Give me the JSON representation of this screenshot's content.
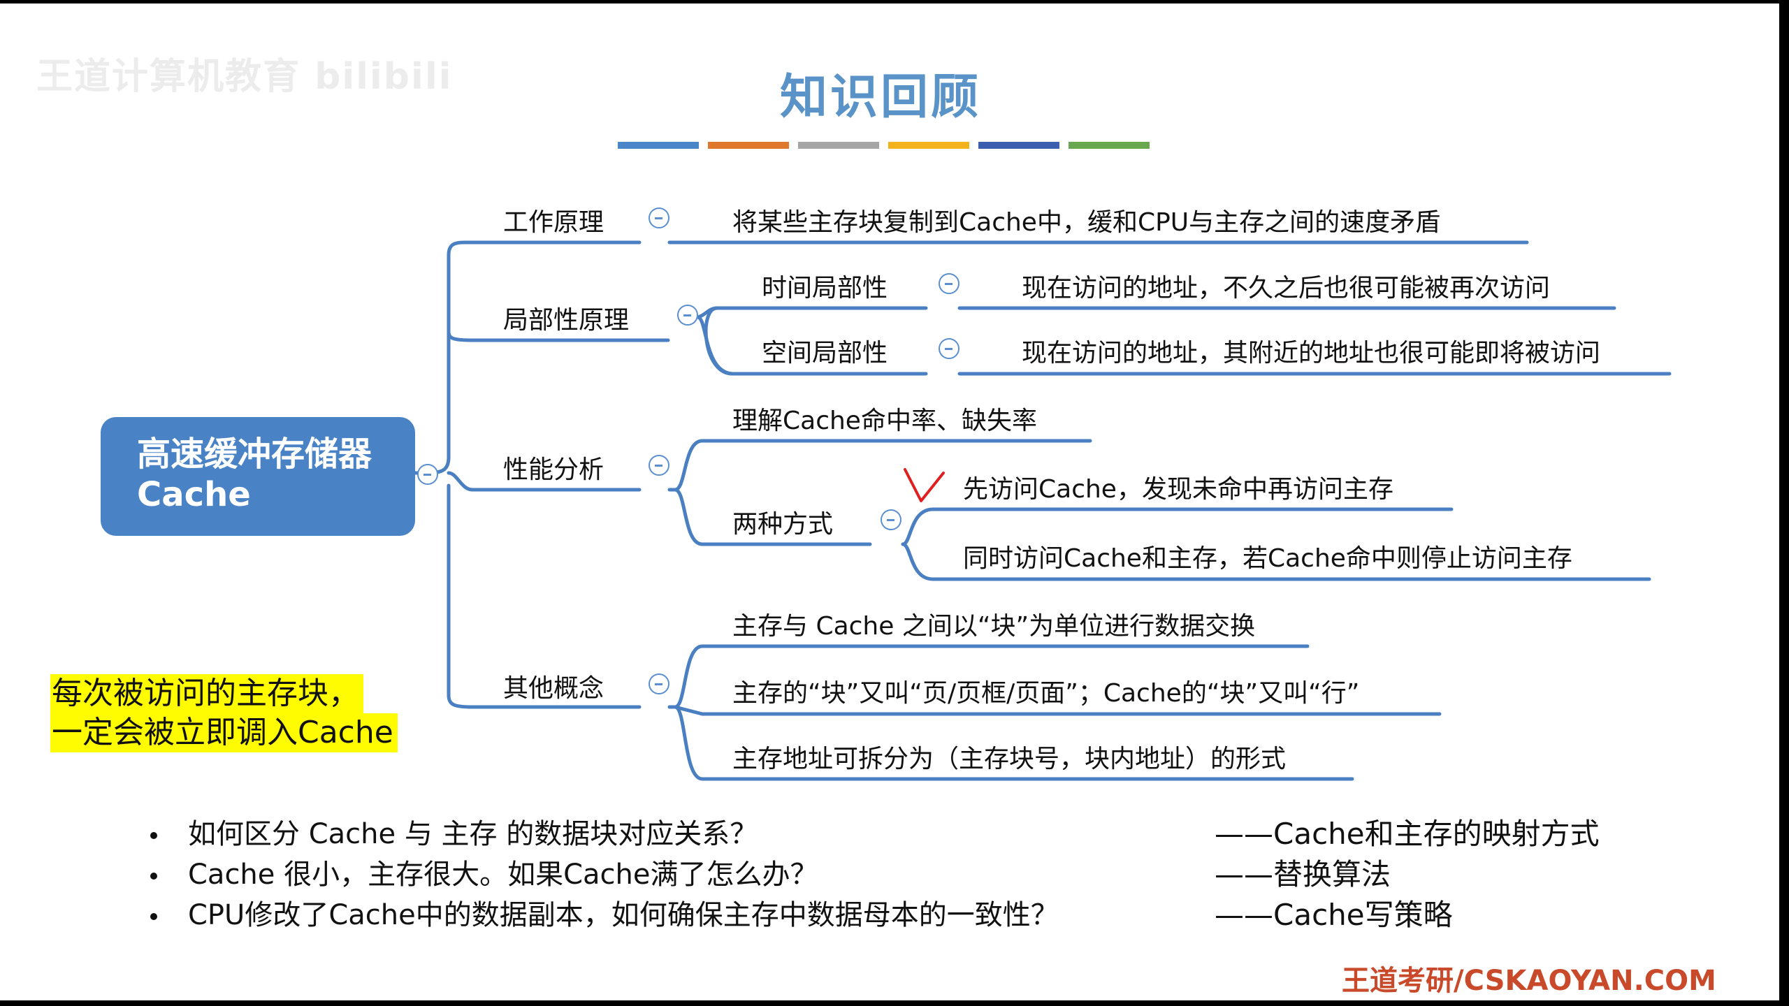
{
  "watermark": "王道计算机教育 bilibili",
  "title": "知识回顾",
  "color_bars": [
    "#4a86c8",
    "#e0782f",
    "#a6a6a6",
    "#f2b31c",
    "#3c5fb0",
    "#6aa84f"
  ],
  "root": {
    "line1": "高速缓冲存储器",
    "line2": "Cache"
  },
  "branches": {
    "working_principle": {
      "label": "工作原理",
      "detail": "将某些主存块复制到Cache中，缓和CPU与主存之间的速度矛盾"
    },
    "locality": {
      "label": "局部性原理",
      "temporal": {
        "label": "时间局部性",
        "detail": "现在访问的地址，不久之后也很可能被再次访问"
      },
      "spatial": {
        "label": "空间局部性",
        "detail": "现在访问的地址，其附近的地址也很可能即将被访问"
      }
    },
    "performance": {
      "label": "性能分析",
      "hit_rate": "理解Cache命中率、缺失率",
      "two_ways": {
        "label": "两种方式",
        "way1": "先访问Cache，发现未命中再访问主存",
        "way2": "同时访问Cache和主存，若Cache命中则停止访问主存"
      }
    },
    "other": {
      "label": "其他概念",
      "item1": "主存与 Cache 之间以“块”为单位进行数据交换",
      "item2": "主存的“块”又叫“页/页框/页面”；Cache的“块”又叫“行”",
      "item3": "主存地址可拆分为（主存块号，块内地址）的形式"
    }
  },
  "note": {
    "line1": "每次被访问的主存块，",
    "line2": "一定会被立即调入Cache"
  },
  "questions": [
    {
      "question": "如何区分 Cache 与 主存 的数据块对应关系？",
      "answer": "——Cache和主存的映射方式"
    },
    {
      "question": "Cache 很小，主存很大。如果Cache满了怎么办？",
      "answer": "——替换算法"
    },
    {
      "question": "CPU修改了Cache中的数据副本，如何确保主存中数据母本的一致性？",
      "answer": "——Cache写策略"
    }
  ],
  "footer": "王道考研/CSKAOYAN.COM",
  "colors": {
    "title": "#5a93c8",
    "root": "#4a82c6",
    "connector": "#4a7fc1",
    "highlight": "#fffb00",
    "footer": "#c94a2a",
    "checkmark": "#e02020"
  },
  "icons": {
    "collapse": "minus-circle-icon",
    "annotation": "red-checkmark-icon"
  }
}
